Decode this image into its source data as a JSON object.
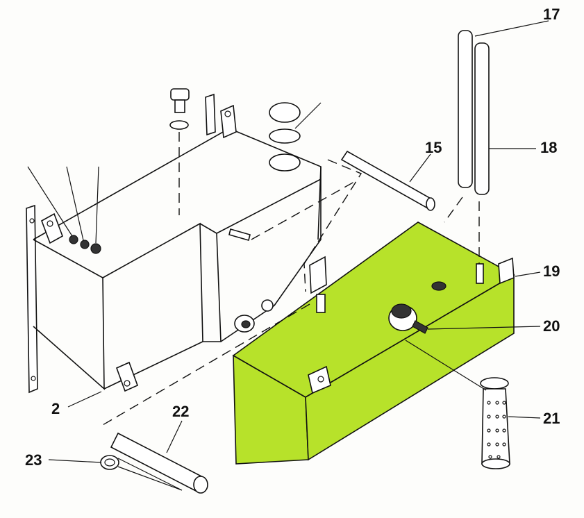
{
  "callouts": {
    "c2": "2",
    "c15": "15",
    "c17": "17",
    "c18": "18",
    "c19": "19",
    "c20": "20",
    "c21": "21",
    "c22": "22",
    "c23": "23"
  },
  "colors": {
    "highlight": "#b7e22a",
    "line": "#111111",
    "background": "#fdfdfb"
  }
}
